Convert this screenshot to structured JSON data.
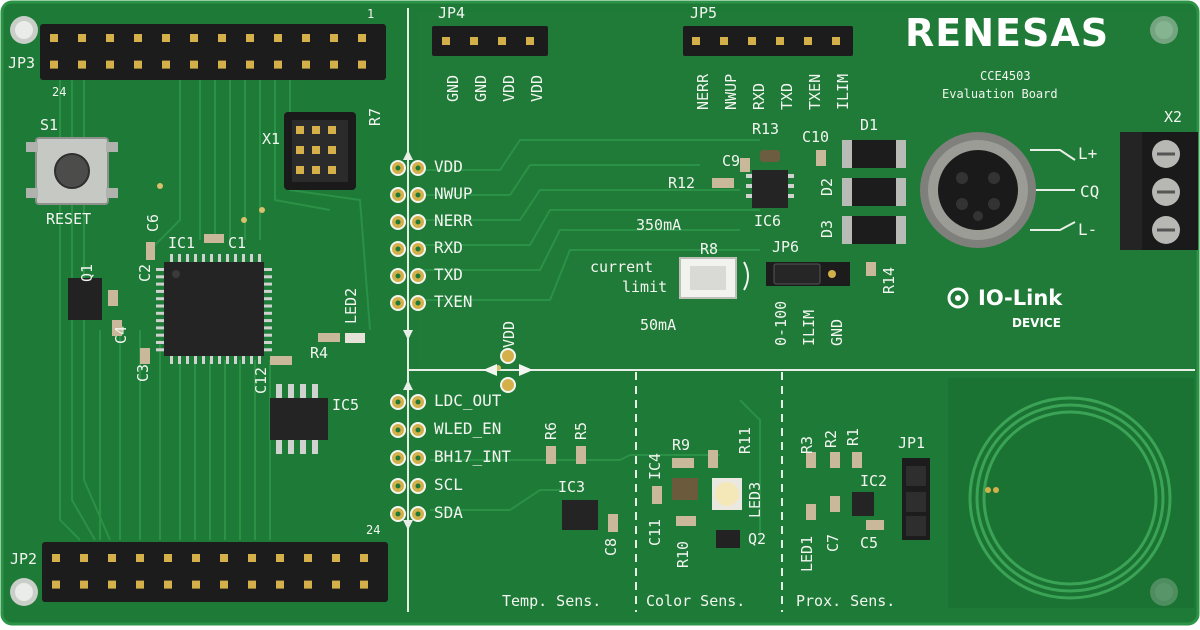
{
  "board": {
    "logo": "RENESAS",
    "model": "CCE4503",
    "subtitle": "Evaluation Board",
    "io_link": "IO-Link",
    "io_link_sub": "DEVICE"
  },
  "headers": {
    "jp3": "JP3",
    "jp3_pin1": "1",
    "jp3_pin24": "24",
    "jp2": "JP2",
    "jp2_pin24": "24",
    "jp4": "JP4",
    "jp4_pins": [
      "GND",
      "GND",
      "VDD",
      "VDD"
    ],
    "jp5": "JP5",
    "jp5_pins": [
      "NERR",
      "NWUP",
      "RXD",
      "TXD",
      "TXEN",
      "ILIM"
    ],
    "jp6": "JP6",
    "jp6_pins": [
      "0-100",
      "ILIM",
      "GND"
    ],
    "jp1": "JP1",
    "x1": "X1",
    "x2": "X2"
  },
  "button": {
    "ref": "S1",
    "label": "RESET"
  },
  "io_link_signals": [
    "VDD",
    "NWUP",
    "NERR",
    "RXD",
    "TXD",
    "TXEN"
  ],
  "sensor_signals": [
    "LDC_OUT",
    "WLED_EN",
    "BH17_INT",
    "SCL",
    "SDA"
  ],
  "vdd_label": "VDD",
  "current_limit": {
    "high": "350mA",
    "label1": "current",
    "label2": "limit",
    "low": "50mA",
    "ref": "R8"
  },
  "connector": {
    "pins": [
      "L+",
      "CQ",
      "L-"
    ]
  },
  "sections": {
    "temp": "Temp. Sens.",
    "color": "Color Sens.",
    "prox": "Prox. Sens."
  },
  "refdes": {
    "ic1": "IC1",
    "c1": "C1",
    "c2": "C2",
    "c3": "C3",
    "c4": "C4",
    "c6": "C6",
    "q1": "Q1",
    "led2": "LED2",
    "r4": "R4",
    "r7": "R7",
    "c12": "C12",
    "ic5": "IC5",
    "r13": "R13",
    "c10": "C10",
    "c9": "C9",
    "r12": "R12",
    "ic6": "IC6",
    "d1": "D1",
    "d2": "D2",
    "d3": "D3",
    "r14": "R14",
    "r6": "R6",
    "r5": "R5",
    "ic3": "IC3",
    "c8": "C8",
    "ic4": "IC4",
    "r9": "R9",
    "r11": "R11",
    "led3": "LED3",
    "c11": "C11",
    "r10": "R10",
    "q2": "Q2",
    "r3": "R3",
    "r2": "R2",
    "r1": "R1",
    "ic2": "IC2",
    "led1": "LED1",
    "c7": "C7",
    "c5": "C5"
  },
  "colors": {
    "pcb": "#1e7a37",
    "pcb_dark": "#176a2e",
    "silk": "#f2f5f0",
    "pad": "#d4b04a",
    "header": "#1c1c1c"
  }
}
